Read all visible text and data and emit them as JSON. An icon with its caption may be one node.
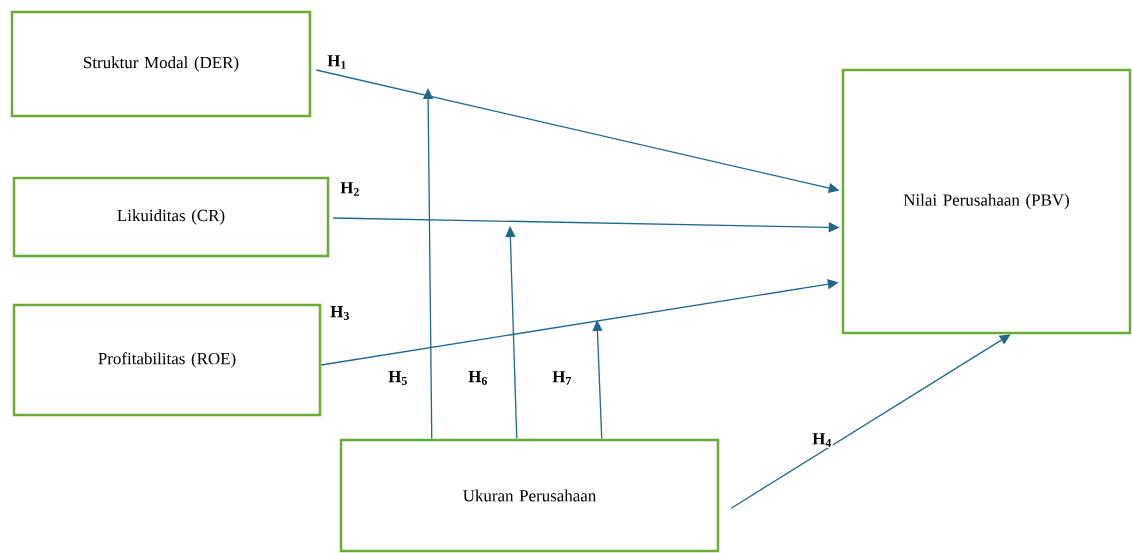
{
  "diagram": {
    "nodes": [
      {
        "text": [
          "Struktur Modal (DER)"
        ]
      },
      {
        "text": [
          "Likuiditas (CR)"
        ]
      },
      {
        "text": [
          "Profitabilitas (ROE)"
        ]
      },
      {
        "text": [
          "Nilai Perusahaan (PBV)"
        ]
      },
      {
        "text": [
          "Ukuran Perusahaan"
        ]
      }
    ],
    "edges": [
      {
        "from": 0,
        "to": 3,
        "arrow": "to",
        "label": "H$_{1}$"
      },
      {
        "from": 1,
        "to": 3,
        "arrow": "to",
        "label": "H$_{2}$"
      },
      {
        "from": 2,
        "to": 3,
        "arrow": "to",
        "label": "H$_{3}$"
      },
      {
        "from": 4,
        "to": 3,
        "arrow": "to",
        "label": "H$_{4}$"
      },
      {
        "from": 4,
        "to": null,
        "arrow": "to",
        "label": "H$_{5}$"
      },
      {
        "from": 4,
        "to": null,
        "arrow": "to",
        "label": "H$_{6}$"
      },
      {
        "from": 4,
        "to": null,
        "arrow": "to",
        "label": "H$_{7}$"
      }
    ]
  }
}
